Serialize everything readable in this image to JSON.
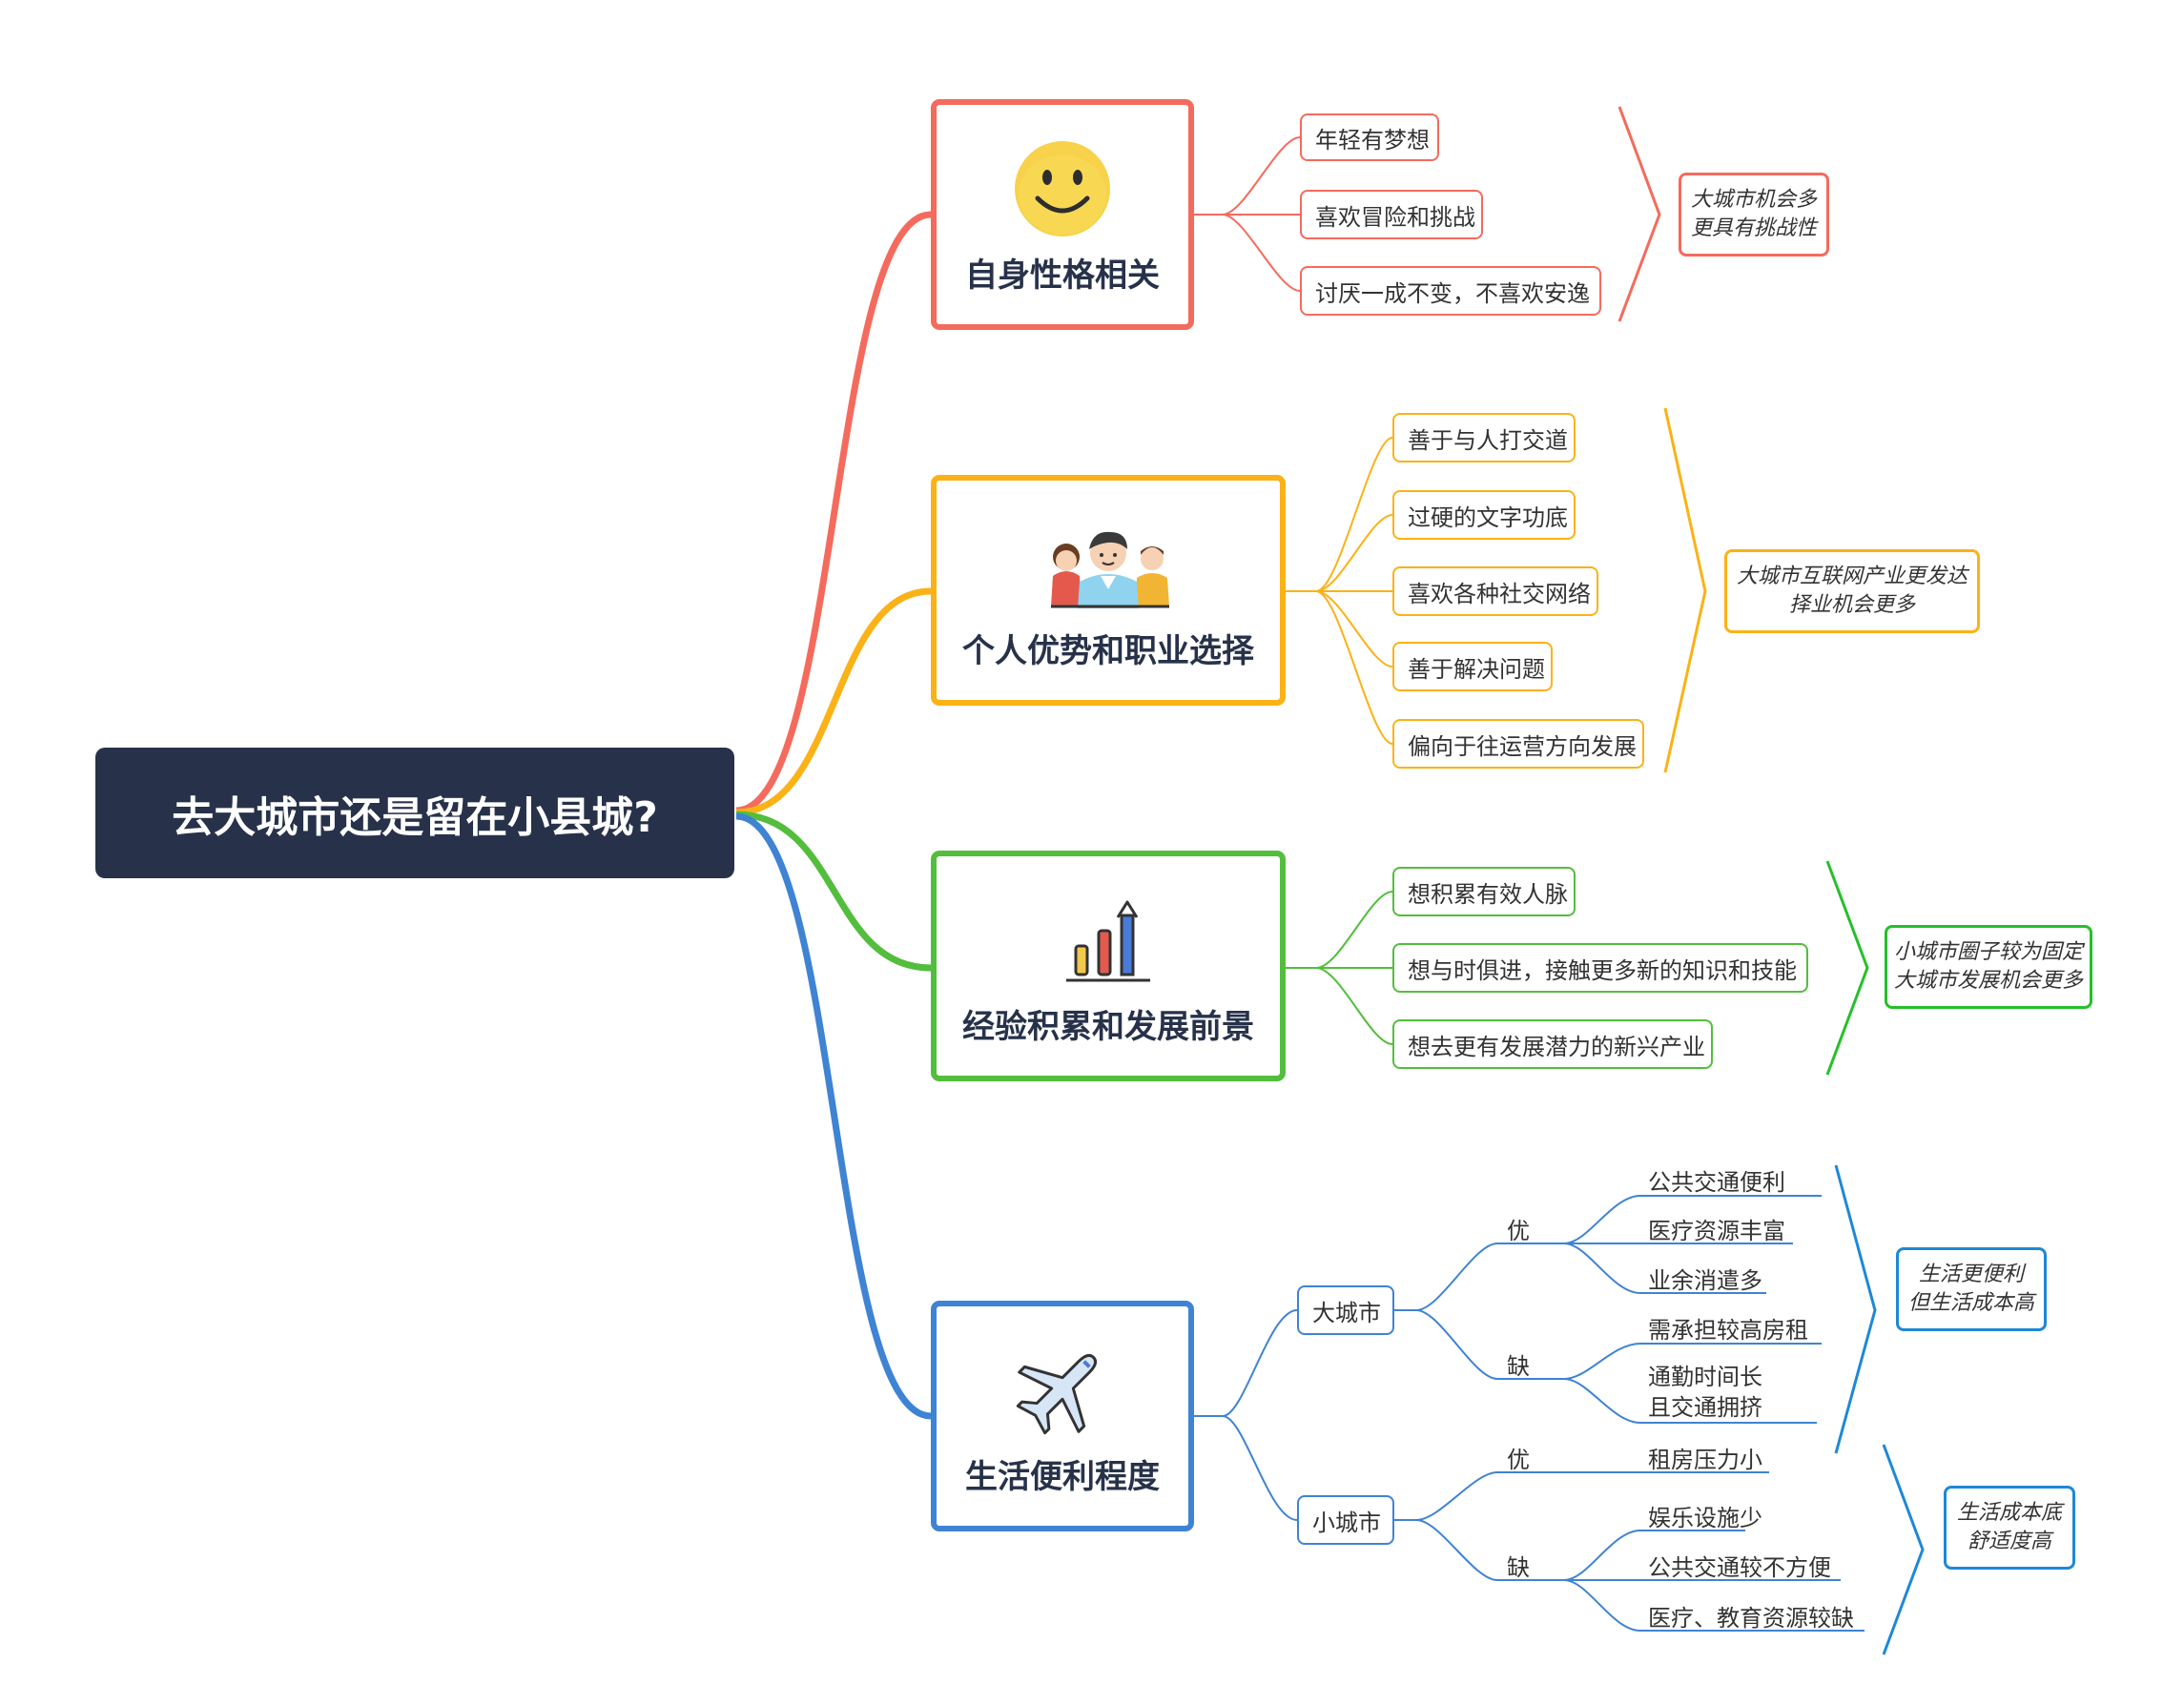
{
  "central": "去大城市还是留在小县城?",
  "colors": {
    "red": "#f46b5d",
    "orange": "#fbb217",
    "green": "#53be3d",
    "blue": "#3f83d3",
    "navy": "#27324a",
    "summary_green": "#24c02a",
    "summary_blue": "#1e88d6"
  },
  "branches": [
    {
      "title": "自身性格相关",
      "icon": "smiley-icon",
      "items": [
        "年轻有梦想",
        "喜欢冒险和挑战",
        "讨厌一成不变，不喜欢安逸"
      ],
      "summary": [
        "大城市机会多",
        "更具有挑战性"
      ]
    },
    {
      "title": "个人优势和职业选择",
      "icon": "people-group-icon",
      "items": [
        "善于与人打交道",
        "过硬的文字功底",
        "喜欢各种社交网络",
        "善于解决问题",
        "偏向于往运营方向发展"
      ],
      "summary": [
        "大城市互联网产业更发达",
        "择业机会更多"
      ]
    },
    {
      "title": "经验积累和发展前景",
      "icon": "bar-chart-growth-icon",
      "items": [
        "想积累有效人脉",
        "想与时俱进，接触更多新的知识和技能",
        "想去更有发展潜力的新兴产业"
      ],
      "summary": [
        "小城市圈子较为固定",
        "大城市发展机会更多"
      ]
    },
    {
      "title": "生活便利程度",
      "icon": "airplane-icon",
      "cities": [
        {
          "name": "大城市",
          "pros_label": "优",
          "pros": [
            "公共交通便利",
            "医疗资源丰富",
            "业余消遣多"
          ],
          "cons_label": "缺",
          "cons": [
            "需承担较高房租",
            "通勤时间长",
            "且交通拥挤"
          ],
          "summary": [
            "生活更便利",
            "但生活成本高"
          ]
        },
        {
          "name": "小城市",
          "pros_label": "优",
          "pros": [
            "租房压力小"
          ],
          "cons_label": "缺",
          "cons": [
            "娱乐设施少",
            "公共交通较不方便",
            "医疗、教育资源较缺"
          ],
          "summary": [
            "生活成本底",
            "舒适度高"
          ]
        }
      ]
    }
  ]
}
